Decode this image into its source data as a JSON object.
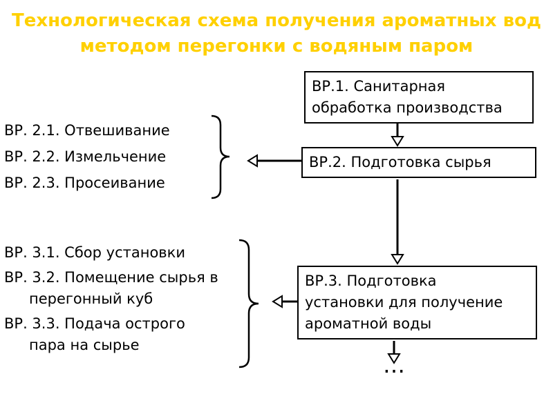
{
  "title": {
    "text": "Технологическая схема получения ароматных вод\nметодом перегонки с водяным паром"
  },
  "lists": {
    "list1": {
      "items": [
        "ВР. 2.1. Отвешивание",
        "ВР. 2.2. Измельчение",
        "ВР. 2.3. Просеивание"
      ]
    },
    "list2": {
      "items": [
        "ВР. 3.1. Сбор установки",
        "ВР. 3.2. Помещение сырья в\nперегонный куб",
        "ВР. 3.3. Подача острого\nпара на сырье"
      ]
    }
  },
  "flow": {
    "box1": {
      "text": "ВР.1. Санитарная\nобработка производства"
    },
    "box2": {
      "text": "ВР.2. Подготовка сырья"
    },
    "box3": {
      "text": "ВР.3. Подготовка\nустановки для получение\nароматной воды"
    },
    "continuation": "…"
  },
  "colors": {
    "title_text": "#ffd000",
    "body_text": "#000000",
    "box_border": "#000000",
    "background": "#ffffff"
  }
}
